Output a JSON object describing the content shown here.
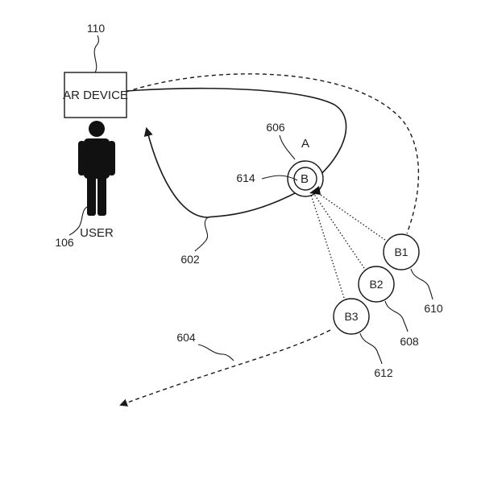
{
  "device": {
    "label": "AR DEVICE",
    "ref": "110"
  },
  "user": {
    "label": "USER",
    "ref": "106"
  },
  "target": {
    "letter": "A",
    "inner": "B",
    "ref_outer": "606",
    "ref_inner": "614"
  },
  "nodes": [
    {
      "label": "B1",
      "ref": "610"
    },
    {
      "label": "B2",
      "ref": "608"
    },
    {
      "label": "B3",
      "ref": "612"
    }
  ],
  "paths": {
    "solid_ref": "602",
    "dashed_ref": "604"
  }
}
